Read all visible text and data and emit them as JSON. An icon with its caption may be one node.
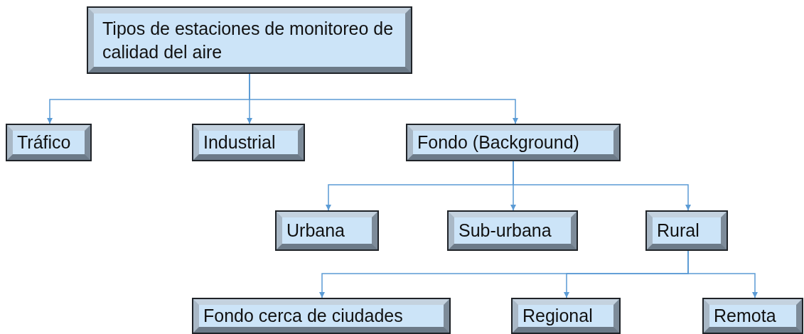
{
  "diagram": {
    "nodes": [
      {
        "text": [
          "Tipos de estaciones de monitoreo de calidad del aire"
        ]
      },
      {
        "text": [
          "Tráfico"
        ]
      },
      {
        "text": [
          "Industrial"
        ]
      },
      {
        "text": [
          "Fondo (Background)"
        ]
      },
      {
        "text": [
          "Urbana"
        ]
      },
      {
        "text": [
          "Sub-urbana"
        ]
      },
      {
        "text": [
          "Rural"
        ]
      },
      {
        "text": [
          "Fondo cerca de ciudades"
        ]
      },
      {
        "text": [
          "Regional"
        ]
      },
      {
        "text": [
          "Remota"
        ]
      }
    ],
    "edges": [
      {
        "from": 0,
        "to": 1,
        "arrow": "to"
      },
      {
        "from": 0,
        "to": 2,
        "arrow": "to"
      },
      {
        "from": 0,
        "to": 3,
        "arrow": "to"
      },
      {
        "from": 3,
        "to": 4,
        "arrow": "to"
      },
      {
        "from": 3,
        "to": 5,
        "arrow": "to"
      },
      {
        "from": 3,
        "to": 6,
        "arrow": "to"
      },
      {
        "from": 6,
        "to": 7,
        "arrow": "to"
      },
      {
        "from": 6,
        "to": 8,
        "arrow": "to"
      },
      {
        "from": 6,
        "to": 9,
        "arrow": "to"
      }
    ]
  }
}
